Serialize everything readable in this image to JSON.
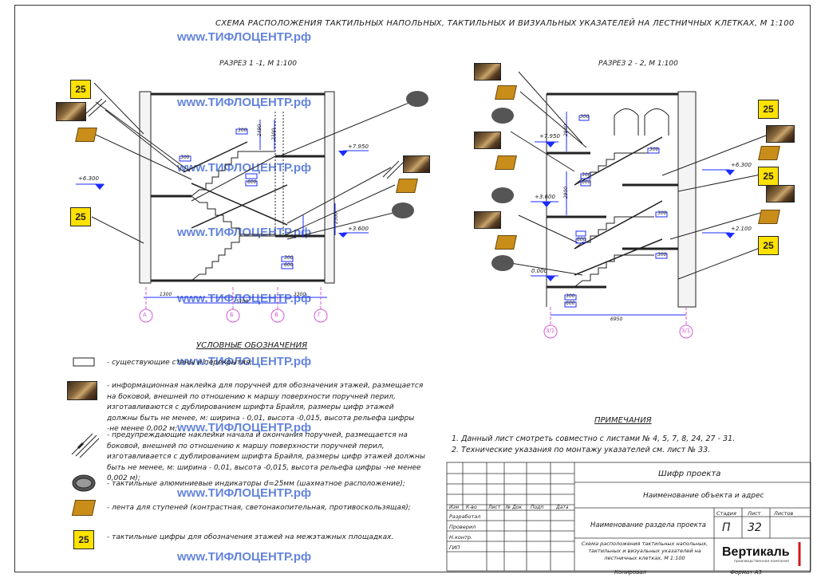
{
  "title": "СХЕМА РАСПОЛОЖЕНИЯ ТАКТИЛЬНЫХ НАПОЛЬНЫХ, ТАКТИЛЬНЫХ И ВИЗУАЛЬНЫХ УКАЗАТЕЛЕЙ НА ЛЕСТНИЧНЫХ КЛЕТКАХ, М 1:100",
  "watermark": "www.ТИФЛОЦЕНТР.рф",
  "section1": {
    "title": "РАЗРЕЗ 1 -1, М 1:100",
    "levels": [
      "+7.950",
      "+6.300",
      "+3.600"
    ],
    "dims": [
      "300",
      "300",
      "600",
      "300",
      "600",
      "2490",
      "2300",
      "2300",
      "300",
      "600",
      "1300",
      "5100",
      "3300"
    ],
    "axes": [
      "А",
      "Б",
      "В",
      "Г"
    ],
    "badge": "25"
  },
  "section2": {
    "title": "РАЗРЕЗ 2 - 2, М 1:100",
    "levels": [
      "+7.950",
      "+6.300",
      "+3.600",
      "+2.100",
      "0.000"
    ],
    "dims": [
      "300",
      "2940",
      "300",
      "300",
      "600",
      "2900",
      "300",
      "600",
      "300",
      "600",
      "300",
      "6950"
    ],
    "axes": [
      "3/1",
      "3/1"
    ],
    "badge": "25"
  },
  "legend": {
    "title": "УСЛОВНЫЕ ОБОЗНАЧЕНИЯ",
    "items": [
      {
        "icon": "wall-hatch-icon",
        "text": "- существующие стены и перекрытия;"
      },
      {
        "icon": "floor-sticker-photo-icon",
        "text": "- информационная наклейка для поручней для обозначения этажей, размещается на боковой, внешней по отношению к маршу поверхности поручней перил, изготавливаются с дублированием шрифта Брайля, размеры цифр этажей должны быть не менее, м: ширина - 0,01, высота -0,015, высота рельефа цифры -не менее 0,002 м;"
      },
      {
        "icon": "handrail-marks-icon",
        "text": "- предупреждающие наклейки начала и окончания поручней, размещается на боковой, внешней по отношению к маршу поверхности поручней перил, изготавливается с дублированием шрифта Брайля, размеры цифр этажей должны быть не менее, м: ширина - 0,01, высота -0,015, высота рельефа цифры -не менее 0,002 м);"
      },
      {
        "icon": "tactile-indicator-icon",
        "text": "- тактильные алюминиевые индикаторы d=25мм (шахматное расположение);"
      },
      {
        "icon": "stair-tape-icon",
        "text": "- лента для ступеней (контрастная, светонакопительная, противоскользящая);"
      },
      {
        "icon": "tactile-number-icon",
        "badge": "25",
        "text": "- тактильные цифры для обозначения этажей на межэтажных площадках."
      }
    ]
  },
  "notes": {
    "title": "ПРИМЕЧАНИЯ",
    "items": [
      "1. Данный лист смотреть совместно с листами № 4, 5, 7, 8, 24, 27 - 31.",
      "2. Технические указания по монтажу указателей см. лист № 33."
    ]
  },
  "title_block": {
    "project_code": "Шифр проекта",
    "object_name": "Наименование объекта и адрес",
    "section_name": "Наименование раздела проекта",
    "columns": [
      "Изм",
      "К-во",
      "Лист",
      "№ Док",
      "Подп",
      "Дата"
    ],
    "roles": [
      "Разработал",
      "Проверил",
      "Н.контр.",
      "ГИП"
    ],
    "stage_label": "Стадия",
    "sheet_label": "Лист",
    "sheets_label": "Листов",
    "stage": "П",
    "sheet": "32",
    "sheet_title": "Схема расположения тактильных напольных, тактильных и визуальных указателей на лестничных клетках, М 1:100",
    "company": "Вертикаль",
    "company_sub": "производственная компания",
    "copied": "Копировал",
    "format": "Формат А3"
  },
  "colors": {
    "dim_blue": "#1c2cff",
    "axis_magenta": "#d35cd3",
    "badge_yellow": "#ffe200",
    "watermark": "#4a6fd6",
    "logo_red": "#d01a1a"
  }
}
